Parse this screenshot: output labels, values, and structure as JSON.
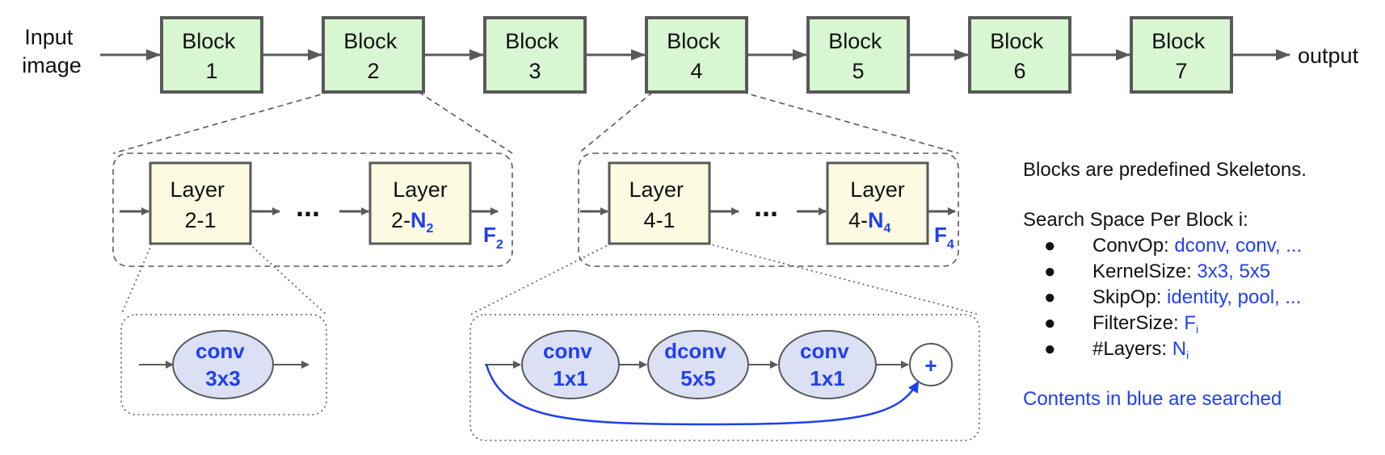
{
  "input_label": [
    "Input",
    "image"
  ],
  "output_label": "output",
  "blocks": [
    {
      "word": "Block",
      "num": "1"
    },
    {
      "word": "Block",
      "num": "2"
    },
    {
      "word": "Block",
      "num": "3"
    },
    {
      "word": "Block",
      "num": "4"
    },
    {
      "word": "Block",
      "num": "5"
    },
    {
      "word": "Block",
      "num": "6"
    },
    {
      "word": "Block",
      "num": "7"
    }
  ],
  "expansion2": {
    "first_layer": [
      "Layer",
      "2-1"
    ],
    "last_layer": [
      "Layer",
      "2-",
      "N",
      "2"
    ],
    "ellipsis": "...",
    "filter": [
      "F",
      "2"
    ]
  },
  "expansion4": {
    "first_layer": [
      "Layer",
      "4-1"
    ],
    "last_layer": [
      "Layer",
      "4-",
      "N",
      "4"
    ],
    "ellipsis": "...",
    "filter": [
      "F",
      "4"
    ]
  },
  "layer_detail_left": {
    "op": [
      "conv",
      "3x3"
    ]
  },
  "layer_detail_right": {
    "ops": [
      [
        "conv",
        "1x1"
      ],
      [
        "dconv",
        "5x5"
      ],
      [
        "conv",
        "1x1"
      ]
    ],
    "add": "+"
  },
  "side": {
    "intro": "Blocks are predefined Skeletons.",
    "heading": "Search Space Per Block i:",
    "bullet": "●",
    "items": [
      {
        "key": "ConvOp: ",
        "val": "dconv, conv, ..."
      },
      {
        "key": "KernelSize: ",
        "val": "3x3, 5x5"
      },
      {
        "key": "SkipOp: ",
        "val": "identity, pool, ..."
      },
      {
        "key": "FilterSize: ",
        "val": "F",
        "sub": "i"
      },
      {
        "key": "#Layers: ",
        "val": "N",
        "sub": "i"
      }
    ],
    "note": "Contents in blue are searched"
  },
  "colors": {
    "block_fill": "#d9f6d3",
    "layer_fill": "#fcfbe2",
    "op_fill": "#dbe0f4",
    "box_stroke": "#595959",
    "arrow": "#595959",
    "blue": "#1f3ff2",
    "text": "#111111"
  }
}
